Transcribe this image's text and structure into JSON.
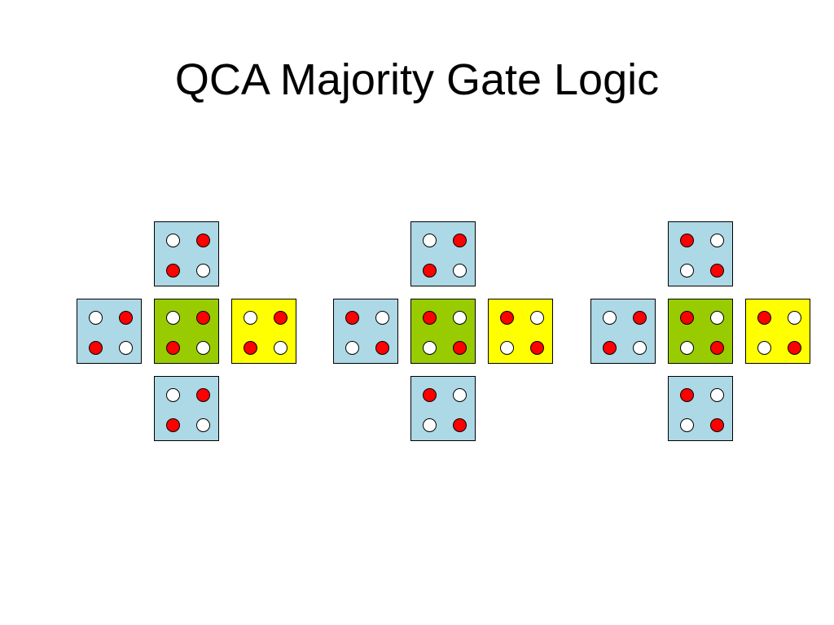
{
  "title": "QCA Majority Gate Logic",
  "colors": {
    "input_cell": "#add8e6",
    "device_cell": "#99cc00",
    "output_cell": "#ffff00",
    "dot_on": "#ff0000",
    "dot_off": "#ffffff"
  },
  "gates": [
    {
      "cells": {
        "top": [
          "off",
          "on",
          "on",
          "off"
        ],
        "left": [
          "off",
          "on",
          "on",
          "off"
        ],
        "center": [
          "off",
          "on",
          "on",
          "off"
        ],
        "right": [
          "off",
          "on",
          "on",
          "off"
        ],
        "bottom": [
          "off",
          "on",
          "on",
          "off"
        ]
      }
    },
    {
      "cells": {
        "top": [
          "off",
          "on",
          "on",
          "off"
        ],
        "left": [
          "on",
          "off",
          "off",
          "on"
        ],
        "center": [
          "on",
          "off",
          "off",
          "on"
        ],
        "right": [
          "on",
          "off",
          "off",
          "on"
        ],
        "bottom": [
          "on",
          "off",
          "off",
          "on"
        ]
      }
    },
    {
      "cells": {
        "top": [
          "on",
          "off",
          "off",
          "on"
        ],
        "left": [
          "off",
          "on",
          "on",
          "off"
        ],
        "center": [
          "on",
          "off",
          "off",
          "on"
        ],
        "right": [
          "on",
          "off",
          "off",
          "on"
        ],
        "bottom": [
          "on",
          "off",
          "off",
          "on"
        ]
      }
    }
  ]
}
